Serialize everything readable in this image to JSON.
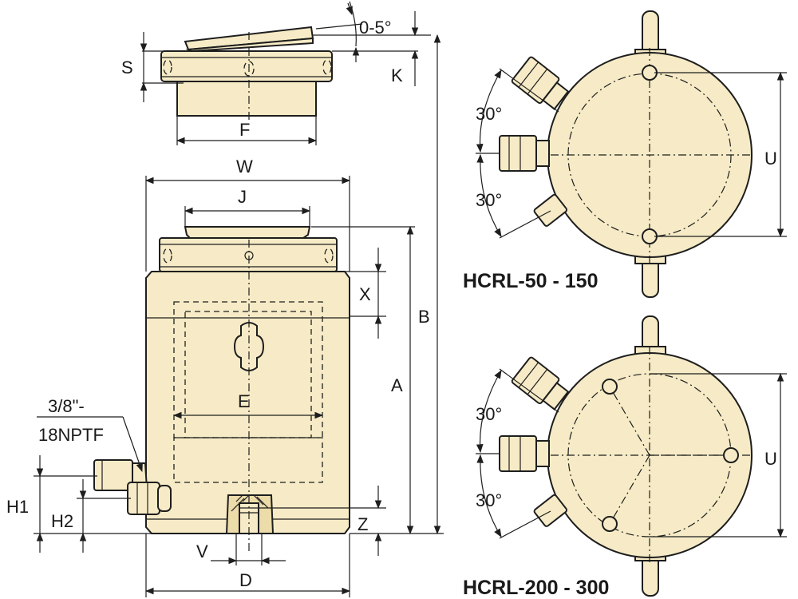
{
  "colors": {
    "body": "#f6ebc6",
    "outline": "#1e1e1e",
    "background": "#ffffff"
  },
  "labels": {
    "angle": "0-5°",
    "S": "S",
    "K": "K",
    "F": "F",
    "W": "W",
    "J": "J",
    "X": "X",
    "B": "B",
    "A": "A",
    "E": "E",
    "port_line1": "3/8\"-",
    "port_line2": "18NPTF",
    "H1": "H1",
    "H2": "H2",
    "Z": "Z",
    "V": "V",
    "D": "D",
    "U_top": "U",
    "U_bottom": "U",
    "angle_top_1": "30°",
    "angle_top_2": "30°",
    "angle_bottom_1": "30°",
    "angle_bottom_2": "30°"
  },
  "models": {
    "top": "HCRL-50 - 150",
    "bottom": "HCRL-200 - 300"
  }
}
